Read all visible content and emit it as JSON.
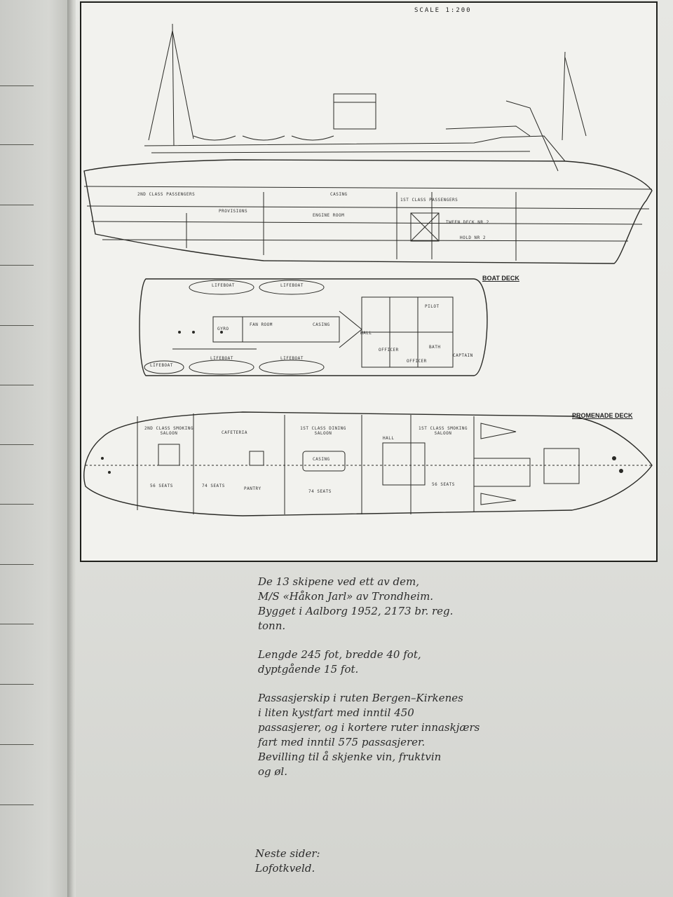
{
  "plate": {
    "scale": "SCALE 1:200",
    "boat_deck_label": "BOAT DECK",
    "promenade_deck_label": "PROMENADE DECK",
    "profile_labels": {
      "second_class_passengers": "2ND CLASS PASSENGERS",
      "casing": "CASING",
      "first_class_passengers": "1ST CLASS PASSENGERS",
      "provisions": "PROVISIONS",
      "engine_room": "ENGINE ROOM",
      "tween_deck": "TWEEN DECK NR 2",
      "hold": "HOLD NR 2"
    },
    "boat_deck_labels": {
      "lifeboat_1": "LIFEBOAT",
      "lifeboat_2": "LIFEBOAT",
      "lifeboat_3": "LIFEBOAT",
      "lifeboat_4": "LIFEBOAT",
      "lifeboat_5": "LIFEBOAT",
      "fan_room": "FAN ROOM",
      "casing": "CASING",
      "gyro": "GYRO",
      "hall": "HALL",
      "officer_1": "OFFICER",
      "officer_2": "OFFICER",
      "captain": "CAPTAIN",
      "bath": "BATH",
      "pilot": "PILOT"
    },
    "promenade_labels": {
      "smoking_saloon_2": "2ND CLASS SMOKING SALOON",
      "cafeteria": "CAFETERIA",
      "dining_saloon": "1ST CLASS DINING SALOON",
      "smoking_saloon_1": "1ST CLASS SMOKING SALOON",
      "casing": "CASING",
      "hall": "HALL",
      "pantry": "PANTRY",
      "seats_56a": "56 SEATS",
      "seats_74a": "74 SEATS",
      "seats_74b": "74 SEATS",
      "seats_56b": "56 SEATS"
    }
  },
  "caption": {
    "p1": [
      "De 13 skipene ved ett av dem,",
      "M/S «Håkon Jarl» av Trondheim.",
      "Bygget i Aalborg 1952, 2173 br. reg.",
      "tonn."
    ],
    "p2": [
      "Lengde 245 fot, bredde 40 fot,",
      "dyptgående 15 fot."
    ],
    "p3": [
      "Passasjerskip i ruten Bergen–Kirkenes",
      "i liten kystfart med inntil 450",
      "passasjerer, og i kortere ruter innaskjærs",
      "fart med inntil 575 passasjerer.",
      "Bevilling til å skjenke vin, fruktvin",
      "og øl."
    ]
  },
  "next_pages": [
    "Neste sider:",
    "Lofotkveld."
  ]
}
